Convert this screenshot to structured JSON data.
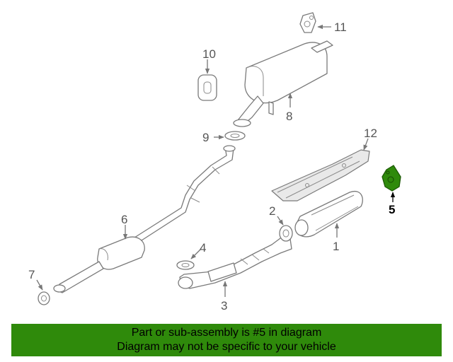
{
  "callouts": {
    "c1": "1",
    "c2": "2",
    "c3": "3",
    "c4": "4",
    "c5": "5",
    "c6": "6",
    "c7": "7",
    "c8": "8",
    "c9": "9",
    "c10": "10",
    "c11": "11",
    "c12": "12"
  },
  "highlight_color": "#2f8a0b",
  "banner": {
    "line1": "Part or sub-assembly is #5 in diagram",
    "line2": "Diagram may not be specific to your vehicle"
  }
}
